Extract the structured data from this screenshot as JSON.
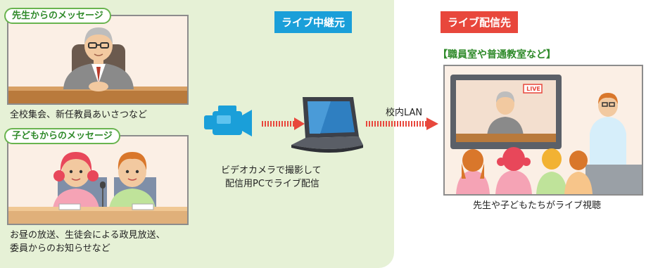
{
  "left_section": {
    "message1_label": "先生からのメッセージ",
    "message1_caption": "全校集会、新任教員あいさつなど",
    "message2_label": "子どもからのメッセージ",
    "message2_caption_line1": "お昼の放送、生徒会による政見放送、",
    "message2_caption_line2": "委員からのお知らせなど"
  },
  "source": {
    "title": "ライブ中継元",
    "title_color": "#1a9fd9",
    "caption_line1": "ビデオカメラで撮影して",
    "caption_line2": "配信用PCでライブ配信"
  },
  "link": {
    "label": "校内LAN"
  },
  "destination": {
    "title": "ライブ配信先",
    "title_color": "#e8473c",
    "subtitle": "【職員室や普通教室など】",
    "live_badge": "LIVE",
    "caption": "先生や子どもたちがライブ視聴"
  },
  "icons": [
    "video-camera-icon",
    "laptop-icon",
    "dotted-arrow-icon",
    "television-icon"
  ]
}
